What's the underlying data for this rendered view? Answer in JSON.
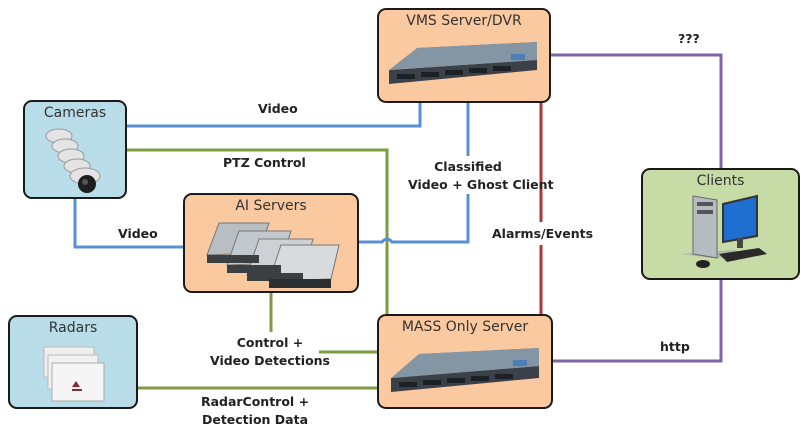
{
  "colors": {
    "video_line": "#5b8fd4",
    "control_line": "#7d9b3f",
    "alarm_line": "#a63a3a",
    "client_line": "#7f63a8",
    "server_box": "#fbc9a0",
    "sensor_box": "#b8dde8",
    "client_box": "#c6dba6"
  },
  "nodes": {
    "vms": {
      "title": "VMS Server/DVR",
      "icon": "rack-server-icon"
    },
    "cameras": {
      "title": "Cameras",
      "icon": "dome-cameras-icon"
    },
    "ai": {
      "title": "AI Servers",
      "icon": "server-stack-icon"
    },
    "clients": {
      "title": "Clients",
      "icon": "desktop-computer-icon"
    },
    "radars": {
      "title": "Radars",
      "icon": "radar-panels-icon"
    },
    "mass": {
      "title": "MASS Only Server",
      "icon": "rack-server-icon"
    }
  },
  "edges": [
    {
      "from": "cameras",
      "to": "vms",
      "label": "Video",
      "type": "video"
    },
    {
      "from": "cameras",
      "to": "mass",
      "label": "PTZ Control",
      "type": "control"
    },
    {
      "from": "cameras",
      "to": "ai",
      "label": "Video",
      "type": "video"
    },
    {
      "from": "ai",
      "to": "vms",
      "label_lines": [
        "Classified",
        "Video + Ghost Client"
      ],
      "type": "video"
    },
    {
      "from": "vms",
      "to": "mass",
      "label": "Alarms/Events",
      "type": "alarm"
    },
    {
      "from": "vms",
      "to": "clients",
      "label": "???",
      "type": "client"
    },
    {
      "from": "mass",
      "to": "clients",
      "label": "http",
      "type": "client"
    },
    {
      "from": "ai",
      "to": "mass",
      "label_lines": [
        "Control +",
        "Video Detections"
      ],
      "type": "control"
    },
    {
      "from": "radars",
      "to": "mass",
      "label_lines": [
        "RadarControl +",
        "Detection Data"
      ],
      "type": "control"
    }
  ]
}
